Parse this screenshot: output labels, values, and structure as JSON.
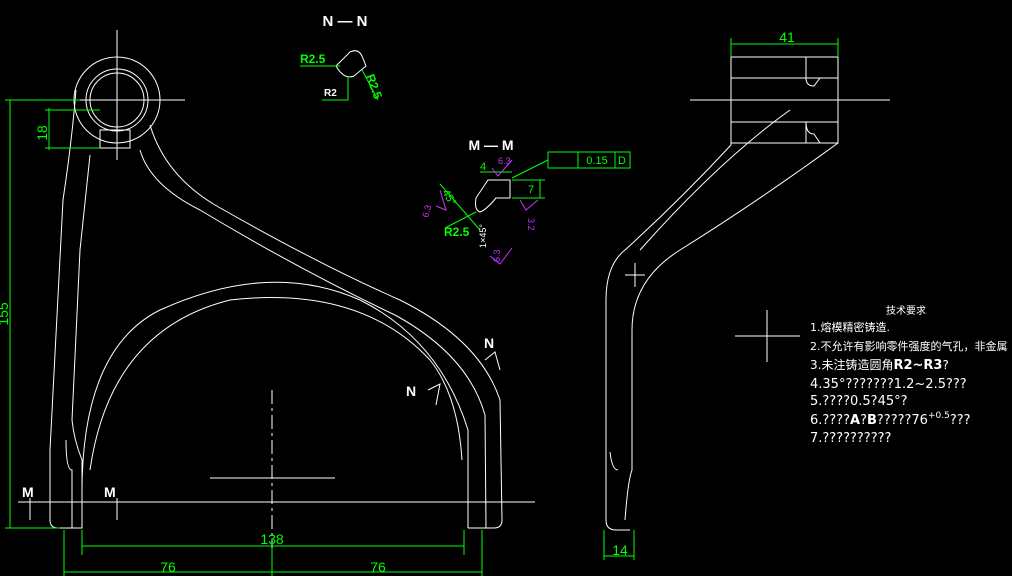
{
  "colors": {
    "background": "#000000",
    "outline": "#ffffff",
    "dimension": "#00ff00",
    "roughness": "#cc33ff"
  },
  "sections": {
    "nn_label": "N — N",
    "mm_label": "M — M",
    "n_marker": "N",
    "m_marker": "M"
  },
  "dims": {
    "d18": "18",
    "d155": "155",
    "d138": "138",
    "d76": "76",
    "d41": "41",
    "d14": "14",
    "d4": "4",
    "d7": "7",
    "d1x45": "1×45°",
    "d45": "45°",
    "r25": "R2.5",
    "r2": "R2",
    "tol": "0.15",
    "datum": "D"
  },
  "roughness": {
    "r63": "6.3",
    "r32": "3.2"
  },
  "notes": {
    "title": "技术要求",
    "line1": "1.熔模精密铸造.",
    "line2": "2.不允许有影响零件强度的气孔，非金属",
    "line3_pre": "3.未注铸造圆角",
    "line3_bold": "R2~R3",
    "line3_post": "?",
    "line4": "4.35°???????1.2~2.5???",
    "line5": "5.????0.5?45°?",
    "line6_pre": "6.????",
    "line6_a": "A",
    "line6_mid": "?",
    "line6_b": "B",
    "line6_post": "?????76",
    "line6_sup": "+0.5",
    "line6_tail": "???",
    "line7": "7.??????????"
  }
}
